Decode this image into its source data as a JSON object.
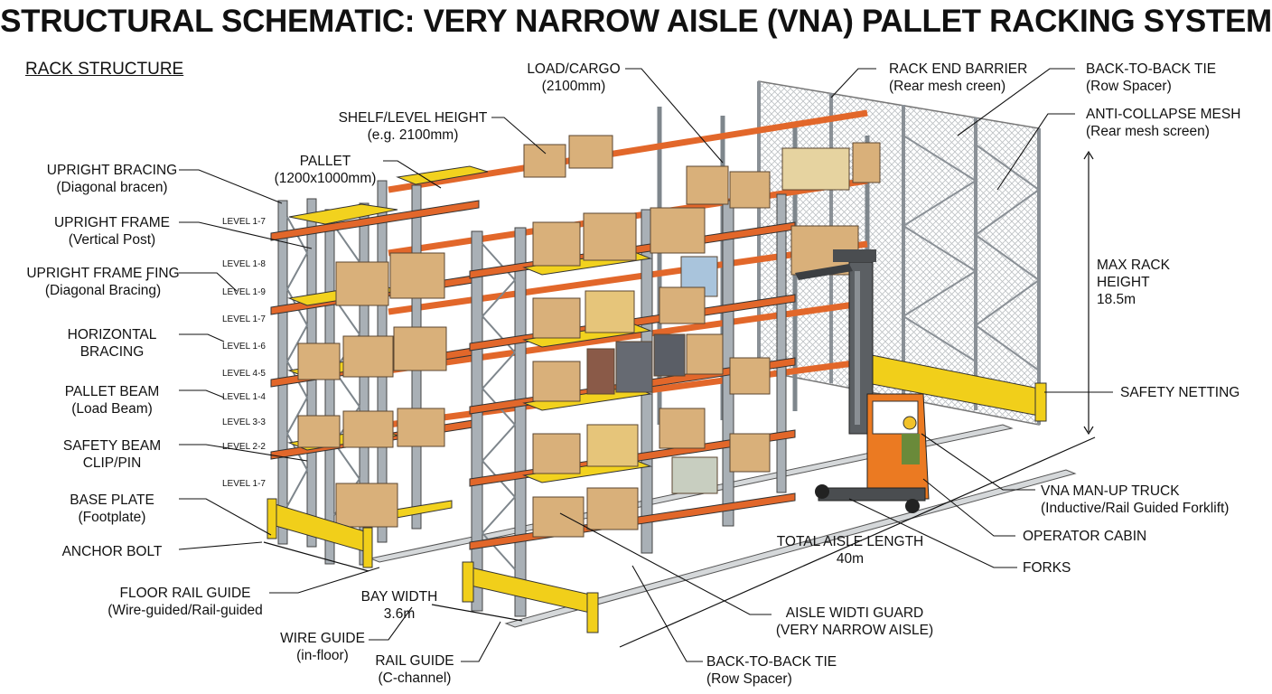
{
  "title": "STRUCTURAL SCHEMATIC: VERY NARROW AISLE (VNA) PALLET RACKING SYSTEM",
  "section_heading": "RACK STRUCTURE",
  "left_labels": [
    {
      "line1": "UPRIGHT BRACING",
      "line2": "(Diagonal bracen)"
    },
    {
      "line1": "UPRIGHT FRAME",
      "line2": "(Vertical Post)"
    },
    {
      "line1": "UPRIGHT FRAME ƒING",
      "line2": "(Diagonal Bracing)"
    },
    {
      "line1": "HORIZONTAL",
      "line2": "BRACING"
    },
    {
      "line1": "PALLET BEAM",
      "line2": "(Load Beam)"
    },
    {
      "line1": "SAFETY BEAM",
      "line2": "CLIP/PIN"
    },
    {
      "line1": "BASE PLATE",
      "line2": "(Footplate)"
    },
    {
      "line1": "ANCHOR BOLT",
      "line2": ""
    },
    {
      "line1": "FLOOR RAIL GUIDE",
      "line2": "(Wire-guided/Rail-guided"
    }
  ],
  "level_labels": [
    "LEVEL 1-7",
    "LEVEL 1-8",
    "LEVEL 1-9",
    "LEVEL 1-7",
    "LEVEL 1-6",
    "LEVEL 4-5",
    "LEVEL 1-4",
    "LEVEL 3-3",
    "LEVEL 2-2",
    "LEVEL 1-7"
  ],
  "top_labels": {
    "load_cargo": {
      "line1": "LOAD/CARGO",
      "line2": "(2100mm)"
    },
    "shelf_height": {
      "line1": "SHELF/LEVEL HEIGHT",
      "line2": "(e.g. 2100mm)"
    },
    "pallet": {
      "line1": "PALLET",
      "line2": "(1200x1000mm)"
    },
    "rack_end_barrier": {
      "line1": "RACK END BARRIER",
      "line2": "(Rear mesh creen)"
    },
    "back_to_back_top": {
      "line1": "BACK-TO-BACK TIE",
      "line2": "(Row Spacer)"
    },
    "anti_collapse": {
      "line1": "ANTI-COLLAPSE MESH",
      "line2": "(Rear mesh screen)"
    }
  },
  "right_labels": {
    "max_rack_height": {
      "line1": "MAX RACK",
      "line2": "HEIGHT",
      "line3": "18.5m"
    },
    "safety_netting": "SAFETY NETTING",
    "vna_truck": {
      "line1": "VNA MAN-UP TRUCK",
      "line2": "(Inductive/Rail Guided Forklift)"
    },
    "operator_cabin": "OPERATOR CABIN",
    "forks": "FORKS"
  },
  "bottom_labels": {
    "total_aisle": {
      "line1": "TOTAL AISLE LENGTH",
      "line2": "40m"
    },
    "bay_width": {
      "line1": "BAY WIDTH",
      "line2": "3.6m"
    },
    "wire_guide": {
      "line1": "WIRE GUIDE",
      "line2": "(in-floor)"
    },
    "rail_guide": {
      "line1": "RAIL GUIDE",
      "line2": "(C-channel)"
    },
    "aisle_guard": {
      "line1": "AISLE WIDTI GUARD",
      "line2": "(VERY NARROW AISLE)"
    },
    "back_to_back_bottom": {
      "line1": "BACK-TO-BACK TIE",
      "line2": "(Row Spacer)"
    }
  },
  "colors": {
    "upright": "#a9b0b6",
    "beam": "#e2672a",
    "pallet": "#f2d21e",
    "box": "#d9b07a",
    "mesh": "#c9ccce",
    "truck": "#ee7a22",
    "guard": "#f1cf1a"
  }
}
